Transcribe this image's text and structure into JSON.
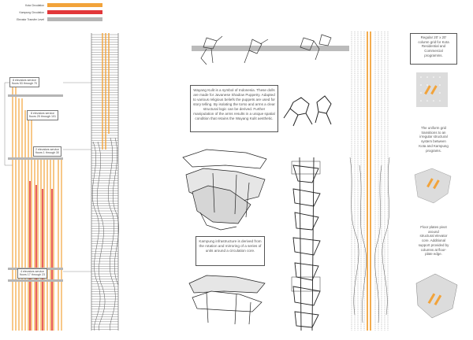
{
  "legend": {
    "items": [
      {
        "label": "Kota Circulation",
        "color": "#f2a33a"
      },
      {
        "label": "Kampung Circulation",
        "color": "#e2373a"
      },
      {
        "label": "Elevator Transfer Level",
        "color": "#b5b5b5"
      }
    ]
  },
  "callouts": {
    "c1": {
      "title": "8 elevators service",
      "range": "floors 53 through 70"
    },
    "c2": {
      "title": "8 elevators service",
      "range": "floors 25 through 101"
    },
    "c3": {
      "title": "2 elevators service",
      "range": "floors 1 through 30"
    },
    "c4": {
      "title": "4 elevators service",
      "range": "floors 17 through 23"
    }
  },
  "notes": {
    "wayang": "Wayang Kulit is a symbol of Indonesia. These dolls are made for Javanese Shadow Puppetry. Adapted to various religious beliefs the puppets are used for story telling. By isolating the torso and arms a clear structural logic can be derived. Further manipulation of the arms results in a unique spatial condition that retains the Wayang Kulit aesthetic.",
    "kampung": "Kampung infrastructure is derived from the rotation and mirroring of a series of units around a circulation core.",
    "grid": "Regular 20' x 20'\ncolumn grid for Kota\nResidential and\nCommercial\nprogramms.",
    "transition": "The uniform grid\ntransitions to an\nirregular structural\nsystem between\nKota and Kampung\nprograms.",
    "floorplates": "Floor plates pivot\naround\nstructural elevator\ncore. Additional\nsupport provided by\ncolumns at floor-\nplate edge."
  },
  "colors": {
    "kota": "#f2a33a",
    "kampung": "#e2373a",
    "transfer": "#b5b5b5",
    "line": "#555555"
  }
}
